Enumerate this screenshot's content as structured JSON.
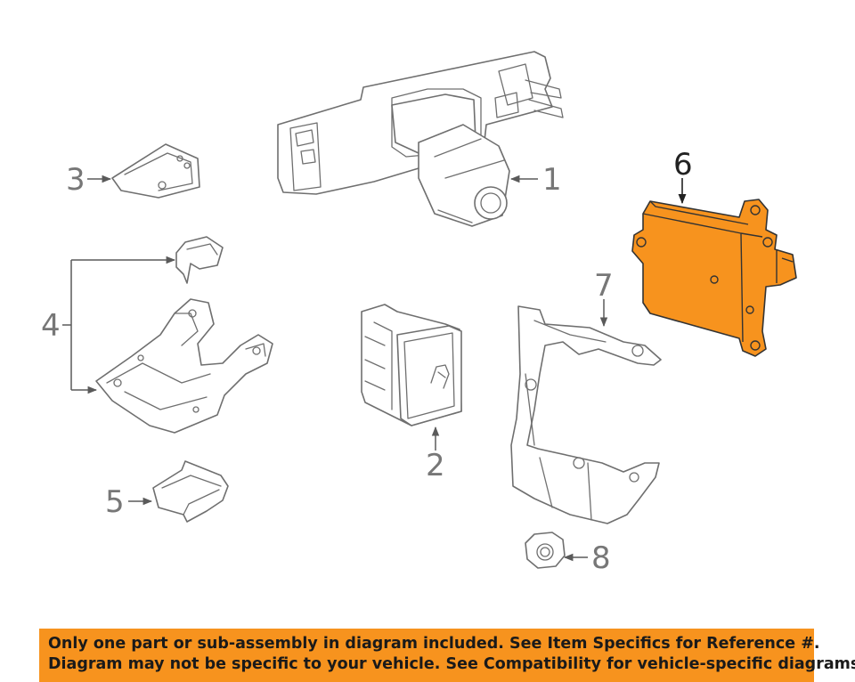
{
  "callouts": {
    "part1": "1",
    "part2": "2",
    "part3": "3",
    "part4": "4",
    "part5": "5",
    "part6": "6",
    "part7": "7",
    "part8": "8"
  },
  "highlight_color": "#f7931e",
  "disclaimer": {
    "line1": "Only one part or sub-assembly in diagram included. See Item Specifics for Reference #.",
    "line2": "Diagram may not be specific to your vehicle. See Compatibility for vehicle-specific diagrams."
  }
}
